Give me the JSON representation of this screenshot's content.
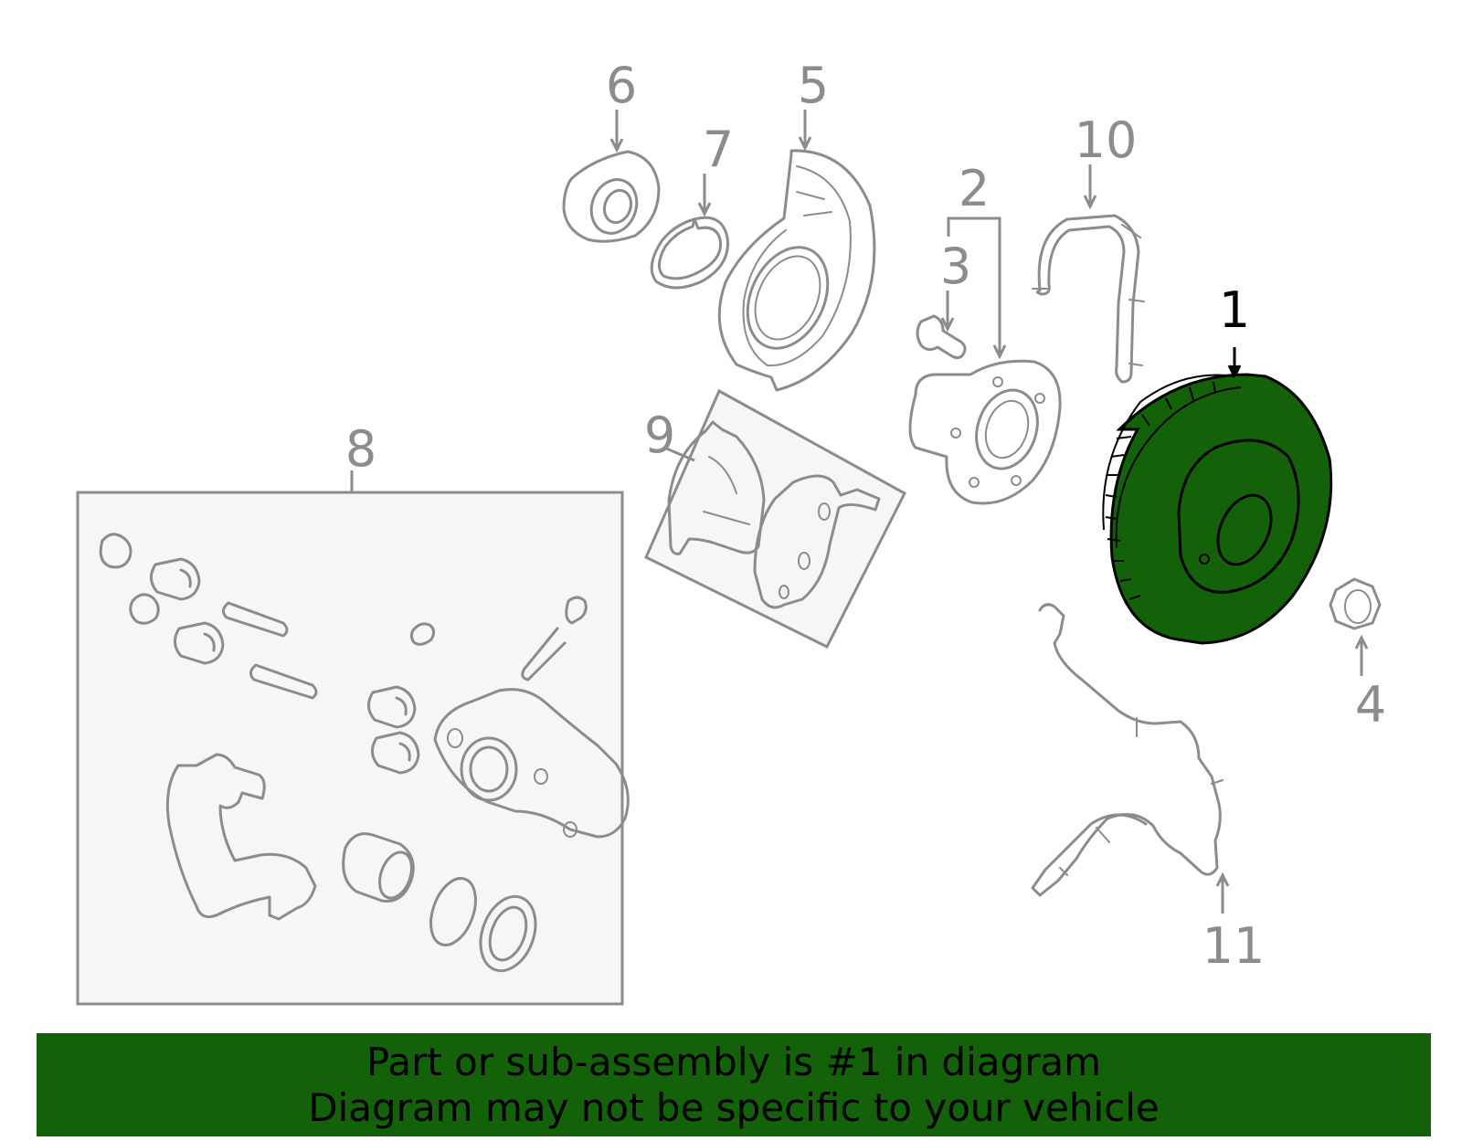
{
  "callouts": [
    {
      "id": "1",
      "label": "1",
      "highlighted": true
    },
    {
      "id": "2",
      "label": "2"
    },
    {
      "id": "3",
      "label": "3"
    },
    {
      "id": "4",
      "label": "4"
    },
    {
      "id": "5",
      "label": "5"
    },
    {
      "id": "6",
      "label": "6"
    },
    {
      "id": "7",
      "label": "7"
    },
    {
      "id": "8",
      "label": "8"
    },
    {
      "id": "9",
      "label": "9"
    },
    {
      "id": "10",
      "label": "10"
    },
    {
      "id": "11",
      "label": "11"
    }
  ],
  "banner": {
    "line1": "Part or sub-assembly is #1 in diagram",
    "line2": "Diagram may not be specific to your vehicle"
  },
  "colors": {
    "highlight": "#136108",
    "line": "#8c8c8c",
    "box_fill": "#f6f6f6"
  }
}
